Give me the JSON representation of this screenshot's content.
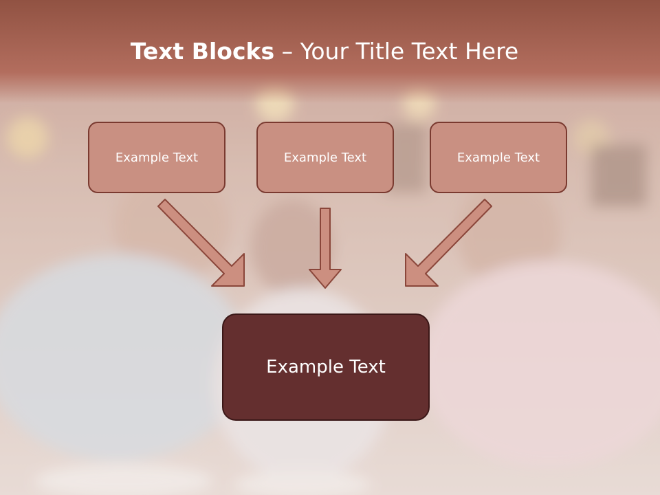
{
  "title": {
    "bold": "Text Blocks",
    "separator": " – ",
    "rest": "Your Title Text Here"
  },
  "boxes": {
    "top_left": "Example Text",
    "top_center": "Example Text",
    "top_right": "Example Text",
    "main": "Example Text"
  },
  "colors": {
    "header": "#9a5848",
    "box_fill": "#c99082",
    "box_border": "#7a3a30",
    "main_fill": "#642f2f",
    "arrow_fill": "#cc8f80"
  }
}
